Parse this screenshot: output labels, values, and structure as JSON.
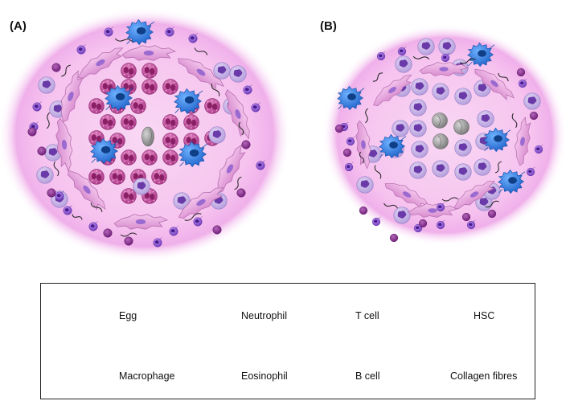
{
  "panels": [
    {
      "label": "(A)"
    },
    {
      "label": "(B)"
    }
  ],
  "legend": {
    "egg": "Egg",
    "neutrophil": "Neutrophil",
    "t_cell": "T cell",
    "hsc": "HSC",
    "macrophage": "Macrophage",
    "eosinophil": "Eosinophil",
    "b_cell": "B cell",
    "collagen": "Collagen fibres"
  },
  "colors": {
    "granuloma_glow": "#f3b8f0",
    "granuloma_core": "#f8d2f2",
    "egg": "#9a9a9a",
    "macrophage": "#2f7be0",
    "neutrophil": "#c9b5e6",
    "eosinophil": "#c04a9a",
    "t_cell": "#8a4fd0",
    "b_cell": "#8a2a90",
    "hsc": "#e9a9df",
    "collagen": "#222222"
  }
}
